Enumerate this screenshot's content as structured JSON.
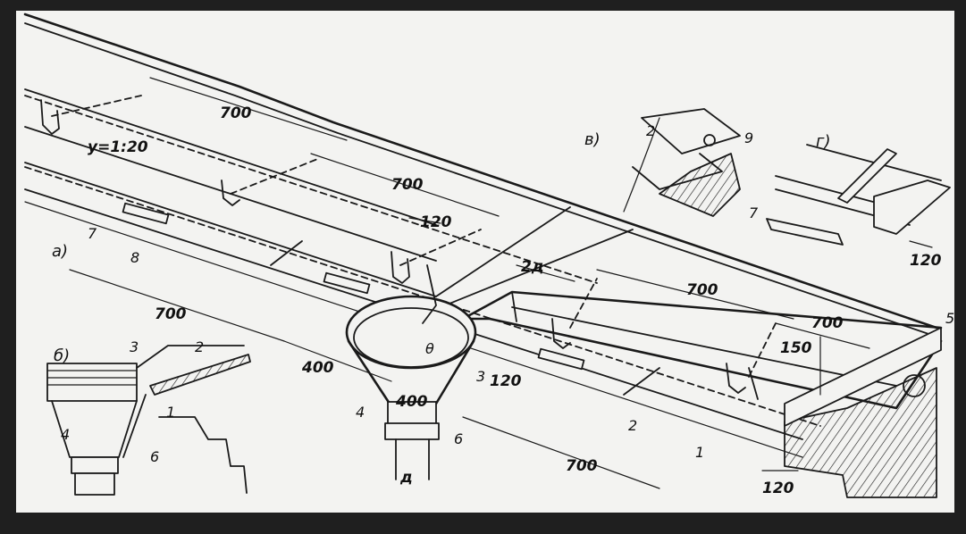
{
  "frame": {
    "background": "#f3f3f1",
    "outer": "#1f1f1f",
    "ink": "#1a1a1a"
  },
  "labels": {
    "view_a": "а)",
    "view_b": "б)",
    "view_v": "в)",
    "view_g": "г)",
    "dim_700_top": "700",
    "dim_700_mid": "700",
    "dim_700_left": "700",
    "dim_700_right": "700",
    "dim_700_right2": "700",
    "dim_700_bottom": "700",
    "dim_400": "400",
    "dim_400_funnel": "400",
    "dim_120_top": "120",
    "dim_120_mid": "120",
    "dim_120_bottom": "120",
    "dim_120_g": "120",
    "dim_150": "150",
    "dim_2d": "2д",
    "dim_d": "д",
    "slope": "у=1:20",
    "n1": "1",
    "n2": "2",
    "n3": "3",
    "n4": "4",
    "n5": "5",
    "n6": "6",
    "n7": "7",
    "n8": "8",
    "n9": "9",
    "b_n1": "1",
    "b_n2": "2",
    "b_n3": "3",
    "b_n4": "4",
    "b_n6": "6",
    "v_n2": "2",
    "g_n7": "7",
    "mid_n3": "3",
    "mid_n6": "6",
    "funnel_n4": "4",
    "view_center_d": "д",
    "dim_center_theta": "θ"
  }
}
